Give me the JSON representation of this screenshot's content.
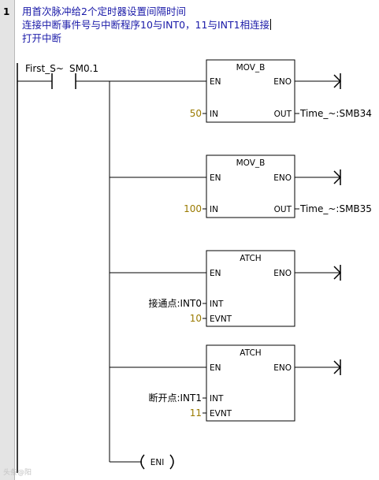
{
  "network": {
    "number": "1",
    "comment": [
      "用首次脉冲给2个定时器设置间隔时间",
      "连接中断事件号与中断程序10与INT0，11与INT1相连接",
      "打开中断"
    ]
  },
  "contact": {
    "symbol": "First_S~",
    "address": "SM0.1"
  },
  "blocks": [
    {
      "title": "MOV_B",
      "pin_en": "EN",
      "pin_eno": "ENO",
      "pin_in1": "IN",
      "pin_out": "OUT",
      "in1_value": "50",
      "out_value": "Time_~:SMB34"
    },
    {
      "title": "MOV_B",
      "pin_en": "EN",
      "pin_eno": "ENO",
      "pin_in1": "IN",
      "pin_out": "OUT",
      "in1_value": "100",
      "out_value": "Time_~:SMB35"
    },
    {
      "title": "ATCH",
      "pin_en": "EN",
      "pin_eno": "ENO",
      "pin_in1": "INT",
      "pin_in2": "EVNT",
      "in1_value": "接通点:INT0",
      "in2_value": "10"
    },
    {
      "title": "ATCH",
      "pin_en": "EN",
      "pin_eno": "ENO",
      "pin_in1": "INT",
      "pin_in2": "EVNT",
      "in1_value": "断开点:INT1",
      "in2_value": "11"
    }
  ],
  "coil": {
    "label": "ENI"
  },
  "watermark": "头条@阳"
}
